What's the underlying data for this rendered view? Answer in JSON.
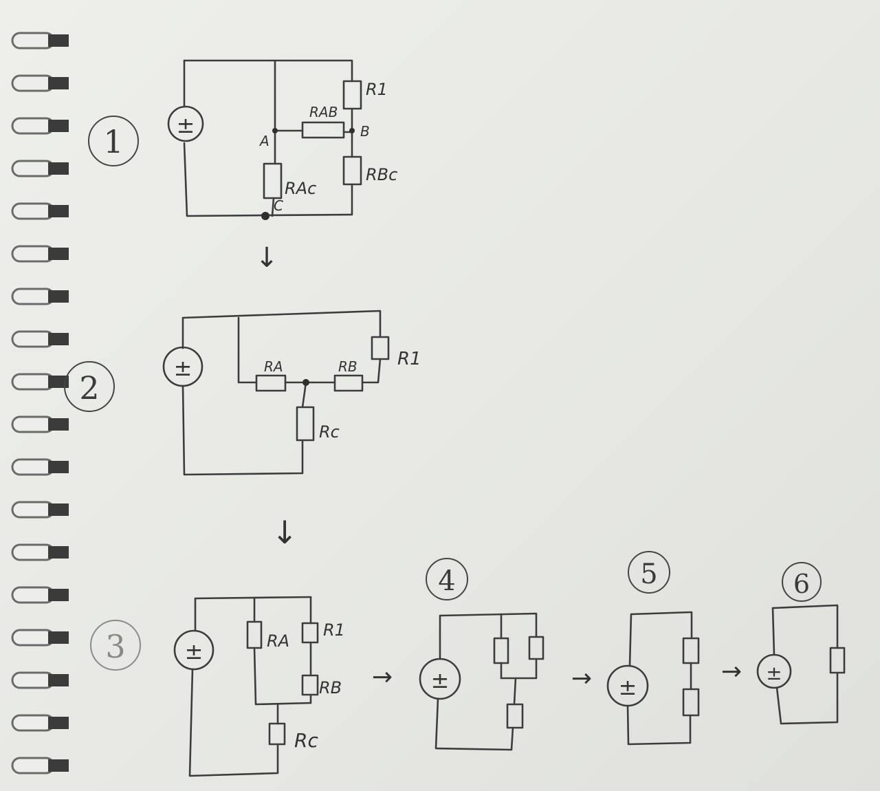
{
  "steps": [
    "1",
    "2",
    "3",
    "4",
    "5",
    "6"
  ],
  "labels": {
    "source": "±",
    "d1": {
      "r1": "R1",
      "rab": "RAB",
      "rbc": "RBc",
      "rac": "RAc",
      "a": "A",
      "b": "B",
      "c": "C"
    },
    "d2": {
      "r1": "R1",
      "ra": "RA",
      "rb": "RB",
      "rc": "Rc"
    },
    "d3": {
      "ra": "RA",
      "r1": "R1",
      "rb": "RB",
      "rc": "Rc"
    }
  },
  "arrows": {
    "down": "↓",
    "right": "→"
  }
}
